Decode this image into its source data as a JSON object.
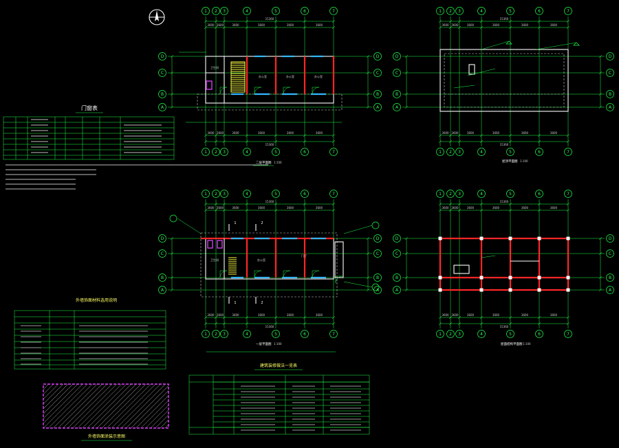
{
  "drawing": {
    "title_block_label": "1:100",
    "door_table_title": "门窗表",
    "material_table_title": "外墙饰面材料选用说明",
    "fill_legend_title": "外墙饰面涂装示意图",
    "schedule_title": "建筑装修做法一览表",
    "north_symbol": "north-arrow",
    "plan_titles": [
      {
        "label": "二层平面图",
        "scale": "1:100"
      },
      {
        "label": "屋顶平面图",
        "scale": "1:100"
      },
      {
        "label": "一层平面图",
        "scale": "1:100"
      },
      {
        "label": "屋面结构平面图",
        "scale": "1:100"
      }
    ],
    "axis_numbers": [
      "1",
      "2",
      "3",
      "4",
      "5",
      "6",
      "7"
    ],
    "axis_letters": [
      "D",
      "C",
      "B",
      "A"
    ],
    "total_dimension": "15360",
    "room_labels": [
      "卫生间",
      "办公室",
      "办公室",
      "办公室",
      "门厅",
      "办公室"
    ],
    "section_marks": [
      "1",
      "2",
      "1",
      "2"
    ],
    "colors": {
      "axis": "#21ff4a",
      "wall_red": "#ff2626",
      "window_cyan": "#33b8ff",
      "stair_yellow": "#ffff44",
      "fixture_magenta": "#e040ff",
      "text_white": "#ffffff"
    }
  }
}
